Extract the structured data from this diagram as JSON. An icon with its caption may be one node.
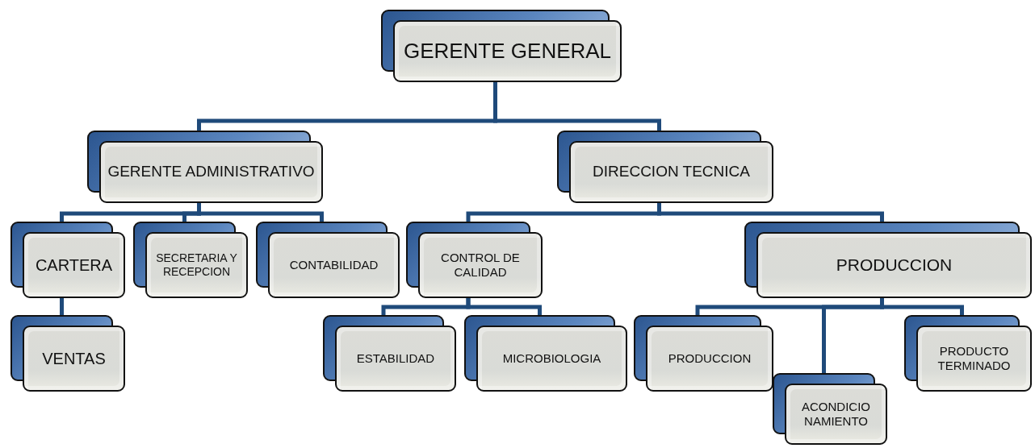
{
  "diagram": {
    "nodes": [
      {
        "text": [
          "GERENTE GENERAL"
        ]
      },
      {
        "text": [
          "GERENTE ADMINISTRATIVO"
        ]
      },
      {
        "text": [
          "DIRECCION TECNICA"
        ]
      },
      {
        "text": [
          "CARTERA"
        ]
      },
      {
        "text": [
          "VENTAS"
        ]
      },
      {
        "text": [
          "SECRETARIA Y RECEPCION"
        ]
      },
      {
        "text": [
          "CONTABILIDAD"
        ]
      },
      {
        "text": [
          "CONTROL DE CALIDAD"
        ]
      },
      {
        "text": [
          "PRODUCCION"
        ]
      },
      {
        "text": [
          "ESTABILIDAD"
        ]
      },
      {
        "text": [
          "MICROBIOLOGIA"
        ]
      },
      {
        "text": [
          "PRODUCCION"
        ]
      },
      {
        "text": [
          "ACONDICIO NAMIENTO"
        ]
      },
      {
        "text": [
          "PRODUCTO TERMINADO"
        ]
      }
    ],
    "edges": [
      {
        "from": 0,
        "to": 1,
        "arrow": "none"
      },
      {
        "from": 0,
        "to": 2,
        "arrow": "none"
      },
      {
        "from": 1,
        "to": 3,
        "arrow": "none"
      },
      {
        "from": 1,
        "to": 5,
        "arrow": "none"
      },
      {
        "from": 1,
        "to": 6,
        "arrow": "none"
      },
      {
        "from": 3,
        "to": 4,
        "arrow": "none"
      },
      {
        "from": 2,
        "to": 7,
        "arrow": "none"
      },
      {
        "from": 2,
        "to": 8,
        "arrow": "none"
      },
      {
        "from": 7,
        "to": 9,
        "arrow": "none"
      },
      {
        "from": 7,
        "to": 10,
        "arrow": "none"
      },
      {
        "from": 8,
        "to": 11,
        "arrow": "none"
      },
      {
        "from": 8,
        "to": 12,
        "arrow": "none"
      },
      {
        "from": 8,
        "to": 13,
        "arrow": "none"
      }
    ]
  }
}
